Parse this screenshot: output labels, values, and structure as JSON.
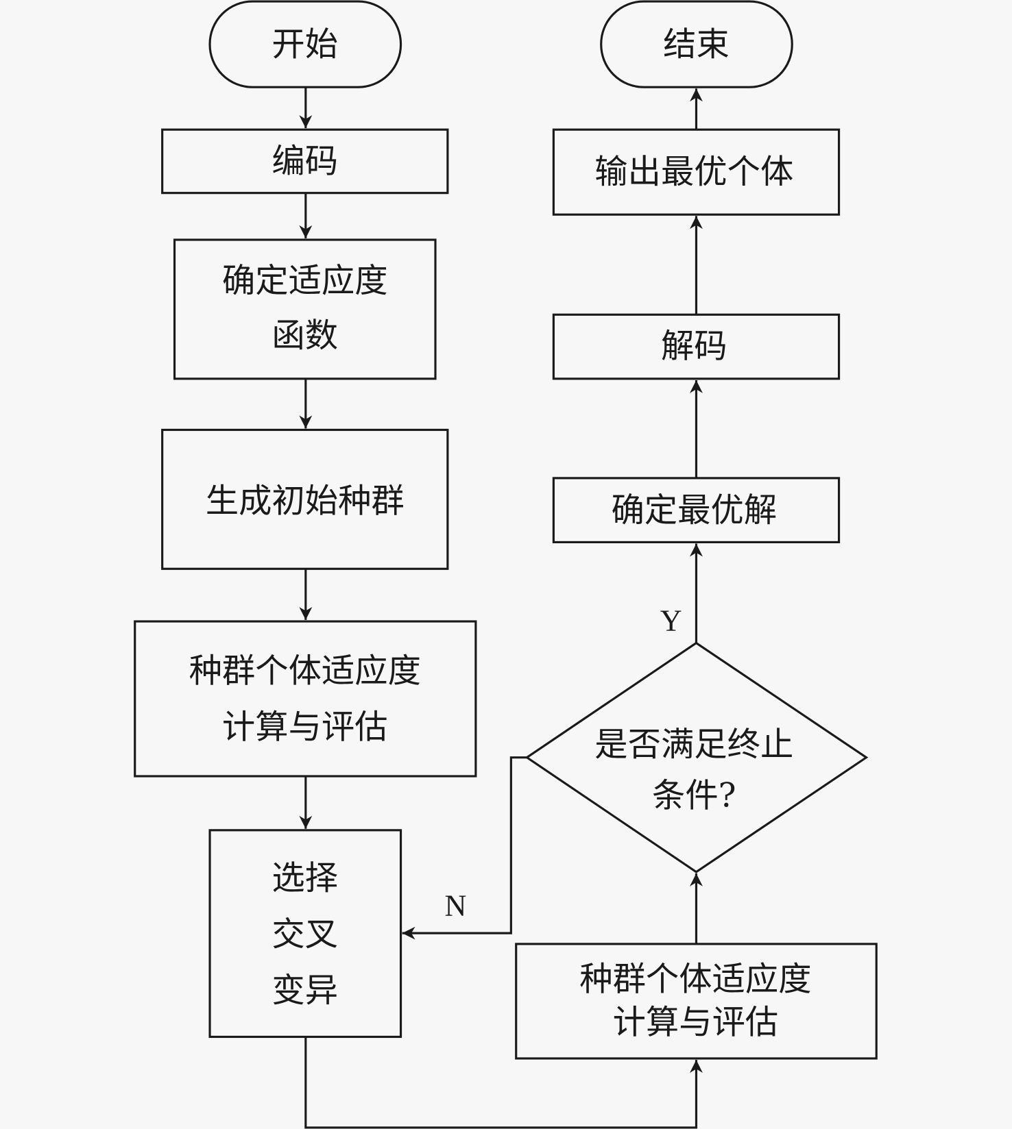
{
  "flowchart": {
    "start": "开始",
    "end": "结束",
    "left_column": [
      {
        "id": "encode",
        "lines": [
          "编码"
        ]
      },
      {
        "id": "fitness-fn",
        "lines": [
          "确定适应度",
          "函数"
        ]
      },
      {
        "id": "init-pop",
        "lines": [
          "生成初始种群"
        ]
      },
      {
        "id": "eval-1",
        "lines": [
          "种群个体适应度",
          "计算与评估"
        ]
      },
      {
        "id": "operators",
        "lines": [
          "选择",
          "交叉",
          "变异"
        ]
      }
    ],
    "right_column": [
      {
        "id": "eval-2",
        "lines": [
          "种群个体适应度",
          "计算与评估"
        ]
      },
      {
        "id": "decision",
        "lines": [
          "是否满足终止",
          "条件?"
        ]
      },
      {
        "id": "best-solution",
        "lines": [
          "确定最优解"
        ]
      },
      {
        "id": "decode",
        "lines": [
          "解码"
        ]
      },
      {
        "id": "output",
        "lines": [
          "输出最优个体"
        ]
      }
    ],
    "yes_label": "Y",
    "no_label": "N"
  }
}
